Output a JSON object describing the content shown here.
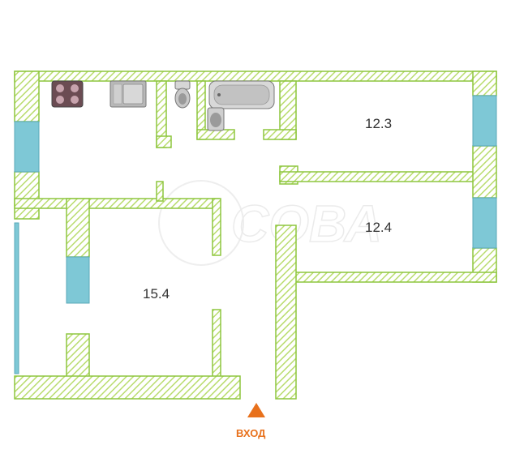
{
  "rooms": {
    "kitchen_left_label": "",
    "bedroom_top": {
      "area": "12.3"
    },
    "bedroom_mid": {
      "area": "12.4"
    },
    "living_room": {
      "area": "15.4"
    }
  },
  "entrance": {
    "label": "ВХОД"
  },
  "watermark": {
    "text": "СОВА"
  },
  "colors": {
    "wall_stroke": "#8dc63f",
    "wall_hatch": "#b9dc6e",
    "window": "#7ec8d6",
    "entrance_marker": "#e8711c"
  },
  "icons": [
    "stove-icon",
    "sink-icon",
    "toilet-icon",
    "bathtub-icon",
    "washbasin-icon",
    "entrance-arrow-icon"
  ]
}
